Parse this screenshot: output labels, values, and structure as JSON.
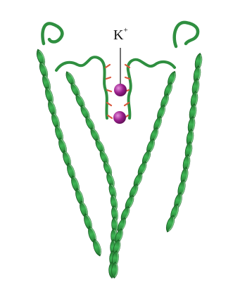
{
  "label": {
    "symbol": "K",
    "charge": "+"
  },
  "colors": {
    "helix": "#35a04a",
    "helix_dark": "#1f6f2c",
    "helix_light": "#78c882",
    "ion": "#9a1f8c",
    "ion_highlight": "#d56bcc",
    "oxygen": "#d9573c",
    "leader_line": "#111111"
  },
  "structure": {
    "ions_shown": 2,
    "subunits_shown": 2
  }
}
